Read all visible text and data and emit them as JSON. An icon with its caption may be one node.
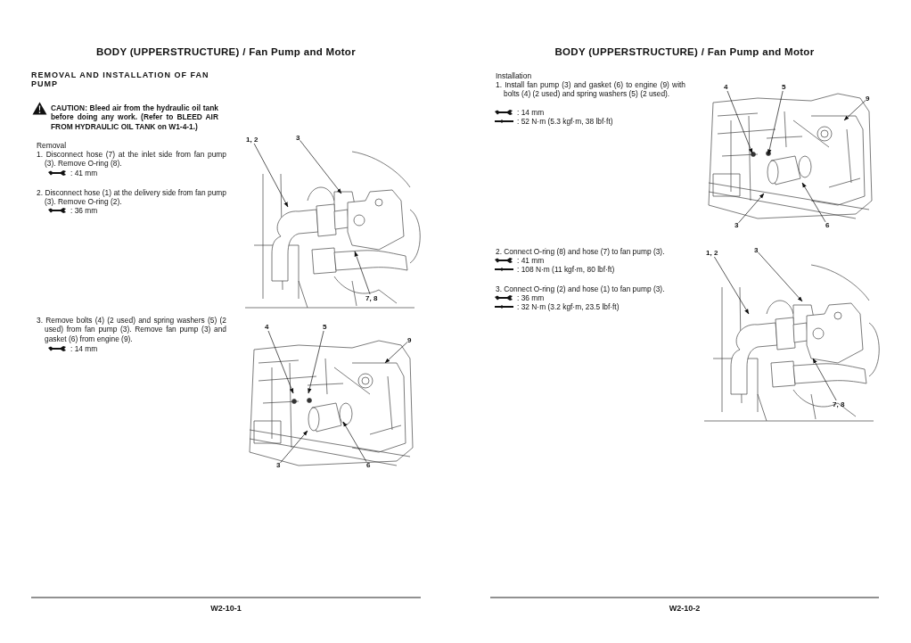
{
  "diagram": {
    "nodes": [
      {
        "text": [
          "1, 2"
        ]
      },
      {
        "text": [
          "3"
        ]
      },
      {
        "text": [
          "7, 8"
        ]
      },
      {
        "text": [
          "4"
        ]
      },
      {
        "text": [
          "5"
        ]
      },
      {
        "text": [
          "9"
        ]
      },
      {
        "text": [
          "3"
        ]
      },
      {
        "text": [
          "6"
        ]
      },
      {
        "text": [
          "4"
        ]
      },
      {
        "text": [
          "5"
        ]
      },
      {
        "text": [
          "9"
        ]
      },
      {
        "text": [
          "3"
        ]
      },
      {
        "text": [
          "6"
        ]
      },
      {
        "text": [
          "1, 2"
        ]
      },
      {
        "text": [
          "3"
        ]
      },
      {
        "text": [
          "7, 8"
        ]
      }
    ],
    "edges": [
      {
        "from": 0,
        "to": null,
        "arrow": "to"
      },
      {
        "from": 1,
        "to": null,
        "arrow": "to"
      },
      {
        "from": 2,
        "to": null,
        "arrow": "to"
      },
      {
        "from": 3,
        "to": null,
        "arrow": "to"
      },
      {
        "from": 4,
        "to": null,
        "arrow": "to"
      },
      {
        "from": 5,
        "to": null,
        "arrow": "to"
      },
      {
        "from": 6,
        "to": null,
        "arrow": "to"
      },
      {
        "from": 7,
        "to": null,
        "arrow": "to"
      },
      {
        "from": 8,
        "to": null,
        "arrow": "to"
      },
      {
        "from": 9,
        "to": null,
        "arrow": "to"
      },
      {
        "from": 10,
        "to": null,
        "arrow": "to"
      },
      {
        "from": 11,
        "to": null,
        "arrow": "to"
      },
      {
        "from": 12,
        "to": null,
        "arrow": "to"
      },
      {
        "from": 13,
        "to": null,
        "arrow": "to"
      },
      {
        "from": 14,
        "to": null,
        "arrow": "to"
      },
      {
        "from": 15,
        "to": null,
        "arrow": "to"
      }
    ],
    "labels": [
      "BODY (UPPERSTRUCTURE) / Fan Pump and Motor",
      "REMOVAL AND INSTALLATION OF FAN PUMP",
      "CAUTION: Bleed air from the hydraulic oil tank before doing any work. (Refer to BLEED AIR FROM HYDRAULIC OIL TANK on W1-4-1.)",
      "Removal",
      "1. Disconnect hose (7) at the inlet side from fan pump (3). Remove O-ring (8).",
      ": 41 mm",
      "2. Disconnect hose (1) at the delivery side from fan pump (3). Remove O-ring (2).",
      ": 36 mm",
      "3. Remove bolts (4) (2 used) and spring washers (5) (2 used) from fan pump (3). Remove fan pump (3) and gasket (6) from engine (9).",
      ": 14 mm",
      "W2-10-1",
      "BODY (UPPERSTRUCTURE) / Fan Pump and Motor",
      "Installation",
      "1. Install fan pump (3) and gasket (6) to engine (9) with bolts (4) (2 used) and spring washers (5) (2 used).",
      ": 14 mm",
      ": 52 N·m (5.3 kgf·m, 38 lbf·ft)",
      "2. Connect O-ring (8) and hose (7) to fan pump (3).",
      ": 41 mm",
      ": 108 N·m (11 kgf·m, 80 lbf·ft)",
      "3. Connect O-ring (2) and hose (1) to fan pump (3).",
      ": 36 mm",
      ": 32 N·m (3.2 kgf·m, 23.5 lbf·ft)",
      "W2-10-2"
    ]
  }
}
